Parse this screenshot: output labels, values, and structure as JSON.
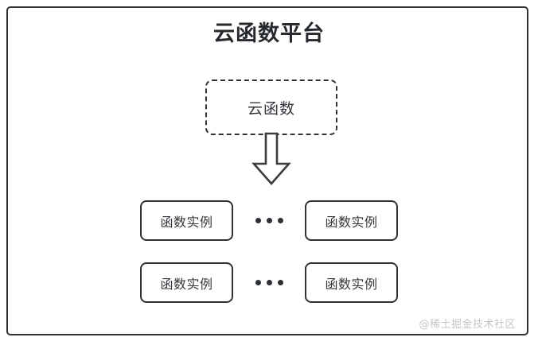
{
  "diagram": {
    "title": "云函数平台",
    "frame_color": "#2f3133",
    "background": "#ffffff",
    "cloud_function": {
      "label": "云函数",
      "border_style": "dashed"
    },
    "arrow": {
      "name": "down-arrow",
      "direction": "down",
      "style": "hollow-block"
    },
    "instances": {
      "label": "函数实例",
      "ellipsis": "...",
      "rows": [
        {
          "left": {
            "label": "函数实例"
          },
          "gap": {
            "dots": 3
          },
          "right": {
            "label": "函数实例"
          }
        },
        {
          "left": {
            "label": "函数实例"
          },
          "gap": {
            "dots": 3
          },
          "right": {
            "label": "函数实例"
          }
        }
      ]
    },
    "watermark": "@稀土掘金技术社区"
  }
}
